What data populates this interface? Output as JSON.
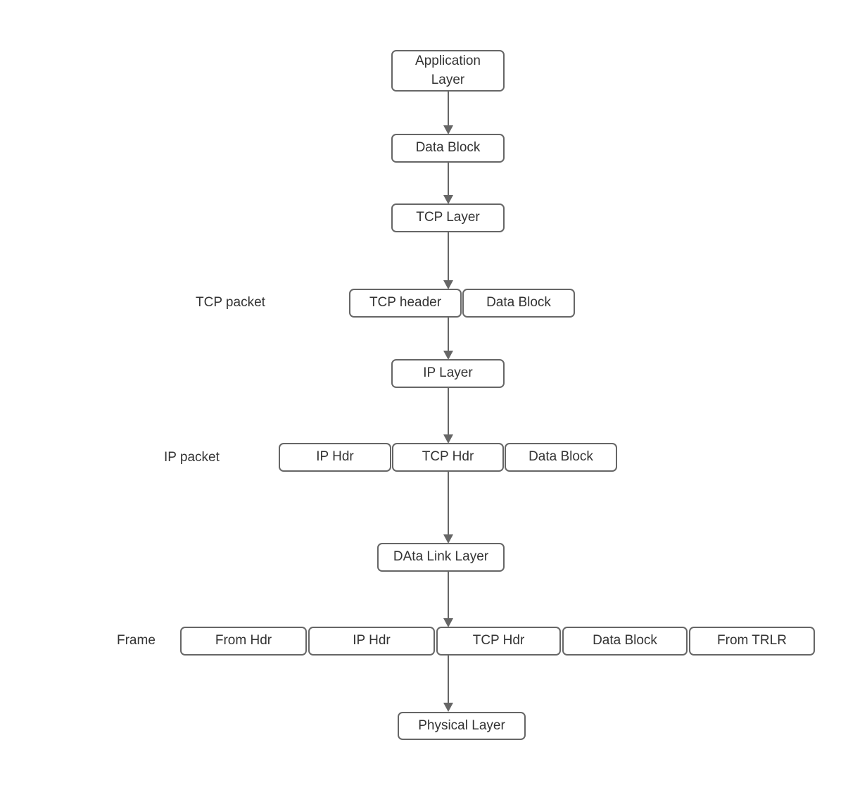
{
  "colors": {
    "box_border": "#666666",
    "box_fill": "#ffffff",
    "text": "#333333",
    "arrow": "#666666",
    "background": "#ffffff"
  },
  "nodes": {
    "application_layer": "Application\nLayer",
    "data_block_top": "Data Block",
    "tcp_layer": "TCP Layer",
    "tcp_header": "TCP header",
    "data_block_tcp": "Data Block",
    "ip_layer": "IP Layer",
    "ip_hdr": "IP Hdr",
    "tcp_hdr": "TCP Hdr",
    "data_block_ip": "Data Block",
    "data_link_layer": "DAta Link Layer",
    "from_hdr": "From Hdr",
    "ip_hdr_frame": "IP Hdr",
    "tcp_hdr_frame": "TCP Hdr",
    "data_block_frame": "Data Block",
    "from_trlr": "From TRLR",
    "physical_layer": "Physical Layer"
  },
  "labels": {
    "tcp_packet": "TCP packet",
    "ip_packet": "IP packet",
    "frame": "Frame"
  }
}
